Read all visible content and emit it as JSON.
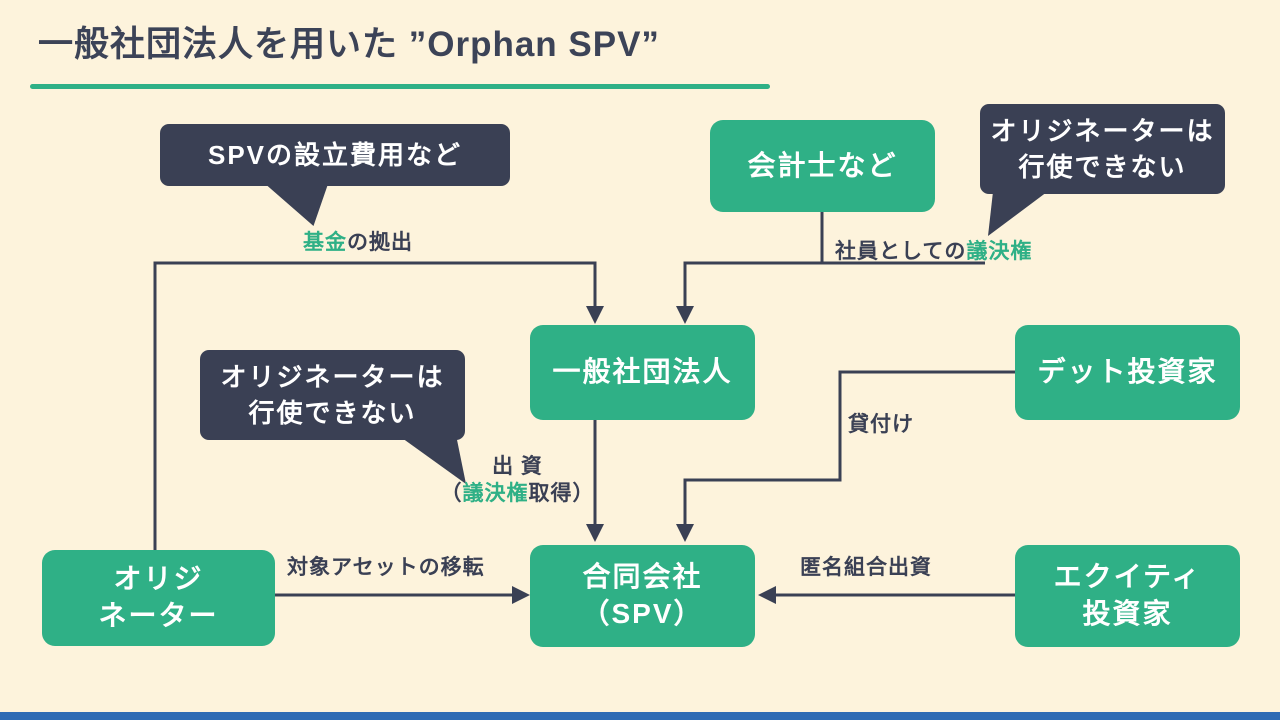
{
  "title": "一般社団法人を用いた ”Orphan SPV”",
  "nodes": {
    "accountant": "会計士など",
    "association": "一般社団法人",
    "debt_investor": "デット投資家",
    "originator_l1": "オリジ",
    "originator_l2": "ネーター",
    "spv_l1": "合同会社",
    "spv_l2": "（SPV）",
    "equity_l1": "エクイティ",
    "equity_l2": "投資家"
  },
  "callouts": {
    "spv_cost": "SPVの設立費用など",
    "orig_top_l1": "オリジネーターは",
    "orig_top_l2": "行使できない",
    "orig_mid_l1": "オリジネーターは",
    "orig_mid_l2": "行使できない"
  },
  "labels": {
    "fund_green": "基金",
    "fund_rest": "の拠出",
    "member_dark": "社員としての",
    "member_green": "議決権",
    "invest_line1": "出 資",
    "invest_open": "（",
    "invest_green": "議決権",
    "invest_close": "取得）",
    "loan": "貸付け",
    "asset_transfer": "対象アセットの移転",
    "tk_investment": "匿名組合出資"
  },
  "colors": {
    "background": "#fdf3dc",
    "green": "#2fb086",
    "dark_navy": "#3a4054",
    "bottom_bar": "#2f6bb4"
  }
}
